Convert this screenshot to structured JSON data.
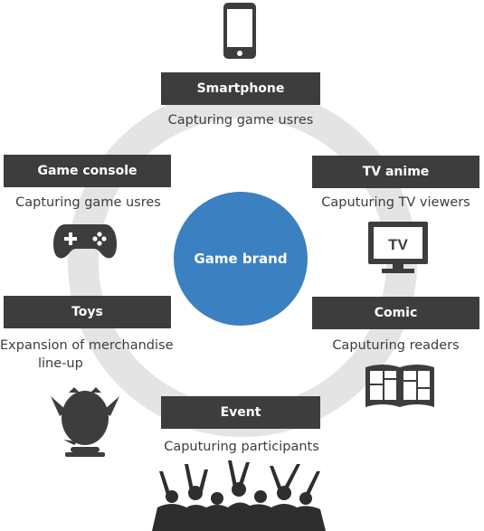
{
  "center": {
    "label": "Game brand",
    "color": "#3b80c0"
  },
  "ring_color": "#e4e4e4",
  "label_color": "#3d3d3d",
  "nodes": {
    "smartphone": {
      "label": "Smartphone",
      "desc": "Capturing game usres",
      "icon": "smartphone-icon"
    },
    "tv_anime": {
      "label": "TV anime",
      "desc": "Caputuring TV viewers",
      "icon": "tv-icon",
      "icon_text": "TV"
    },
    "comic": {
      "label": "Comic",
      "desc": "Caputuring readers",
      "icon": "comic-book-icon"
    },
    "event": {
      "label": "Event",
      "desc": "Caputuring participants",
      "icon": "crowd-icon"
    },
    "toys": {
      "label": "Toys",
      "desc_line1": "Expansion of merchandise",
      "desc_line2": "line-up",
      "icon": "plush-toy-icon"
    },
    "game_console": {
      "label": "Game console",
      "desc": "Capturing game usres",
      "icon": "gamepad-icon"
    }
  }
}
